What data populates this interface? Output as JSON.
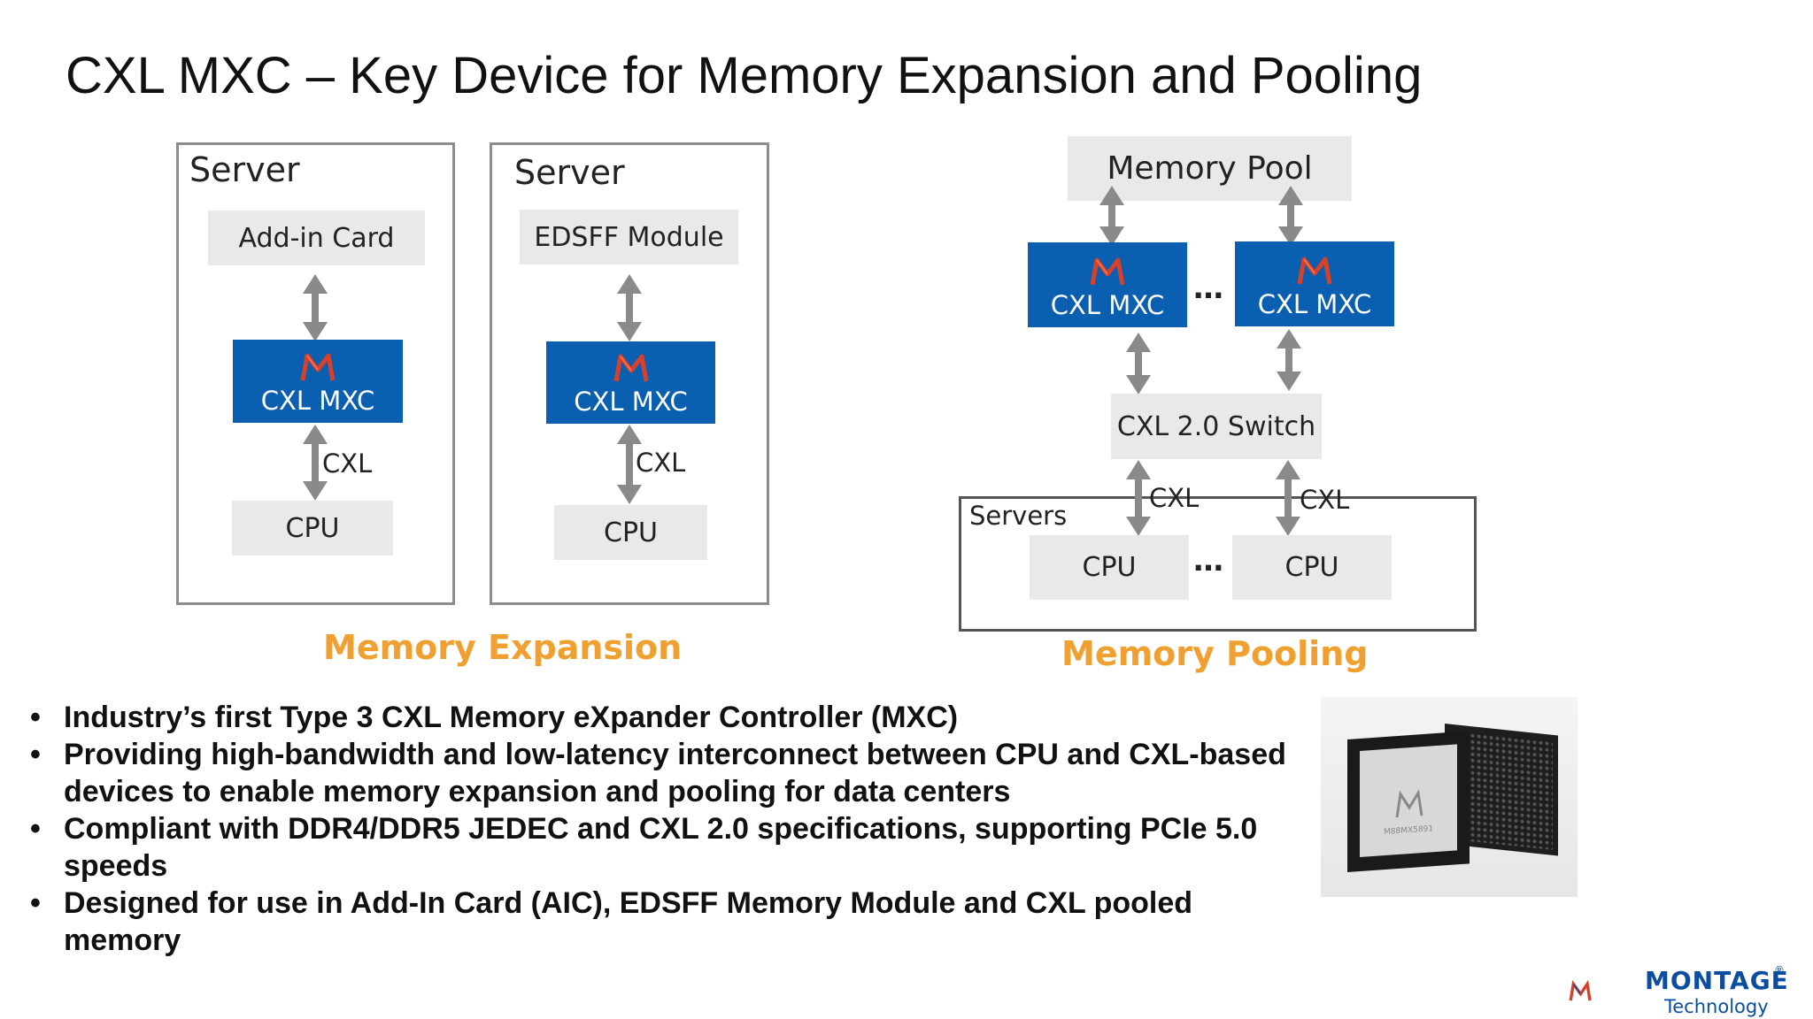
{
  "title": "CXL MXC – Key Device for Memory Expansion and Pooling",
  "expansion": {
    "server1": {
      "label": "Server",
      "top_box": "Add-in Card",
      "chip": "CXL MXC",
      "link": "CXL",
      "cpu": "CPU"
    },
    "server2": {
      "label": "Server",
      "top_box": "EDSFF Module",
      "chip": "CXL MXC",
      "link": "CXL",
      "cpu": "CPU"
    },
    "caption": "Memory Expansion"
  },
  "pooling": {
    "memory_pool": "Memory Pool",
    "chip_left": "CXL MXC",
    "chip_right": "CXL MXC",
    "ellipsis": "…",
    "switch": "CXL 2.0 Switch",
    "link_left": "CXL",
    "link_right": "CXL",
    "servers_label": "Servers",
    "cpu_left": "CPU",
    "cpu_right": "CPU",
    "caption": "Memory Pooling"
  },
  "bullets": [
    "Industry’s first Type 3 CXL Memory eXpander Controller (MXC)",
    "Providing high-bandwidth and low-latency interconnect between CPU and CXL-based devices to enable memory expansion and pooling for data centers",
    "Compliant with DDR4/DDR5 JEDEC and CXL 2.0 specifications, supporting PCIe 5.0 speeds",
    "Designed for use in Add-In Card (AIC), EDSFF Memory Module and CXL pooled memory"
  ],
  "bullet_char": "•",
  "chip_marking": "M88MX5891",
  "logo": {
    "name": "MONTAGE",
    "sub": "Technology",
    "reg": "®"
  },
  "colors": {
    "accent_blue": "#0b5fb0",
    "caption_orange": "#f0a030",
    "box_gray": "#e9e9e9",
    "arrow_gray": "#8a8a8a"
  },
  "icons": [
    "double-arrow-icon",
    "montage-m-logo-icon"
  ]
}
